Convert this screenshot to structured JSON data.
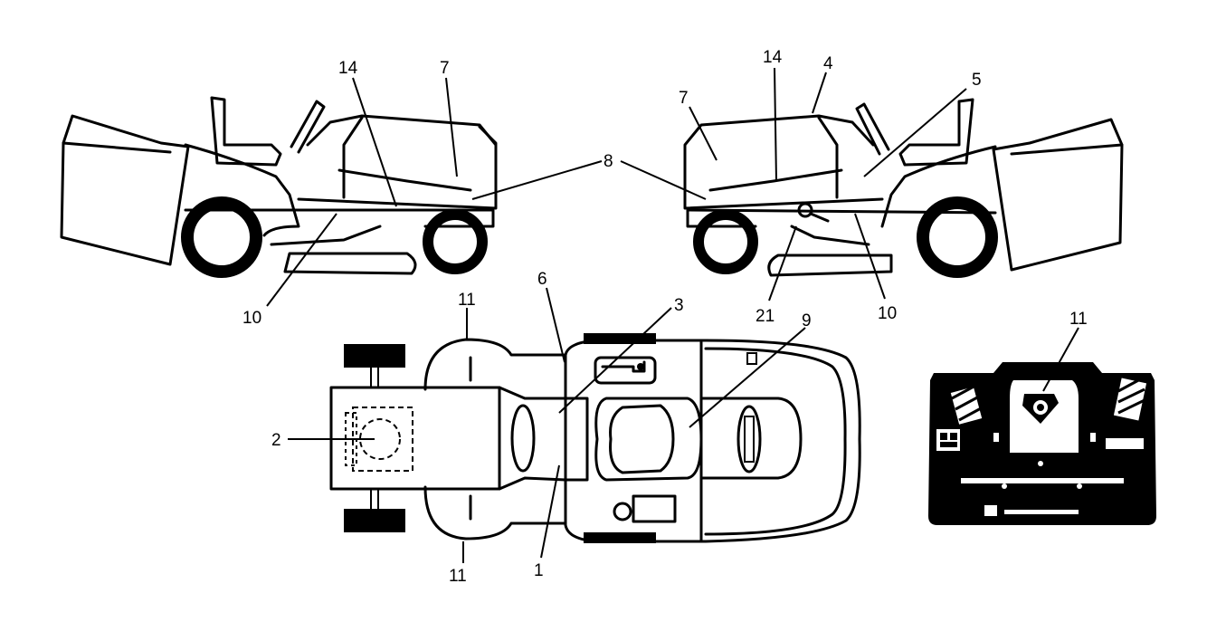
{
  "labels": {
    "left_view": {
      "l14": "14",
      "l7": "7",
      "l8": "8",
      "l10": "10"
    },
    "right_view": {
      "l14": "14",
      "l4": "4",
      "l5": "5",
      "l7": "7",
      "l21": "21",
      "l10": "10"
    },
    "top_view": {
      "l6": "6",
      "l3": "3",
      "l9": "9",
      "l2": "2",
      "l11_top": "11",
      "l11_bottom": "11",
      "l1": "1"
    },
    "rear_view": {
      "l11": "11"
    }
  },
  "colors": {
    "line": "#000000",
    "background": "#ffffff"
  }
}
